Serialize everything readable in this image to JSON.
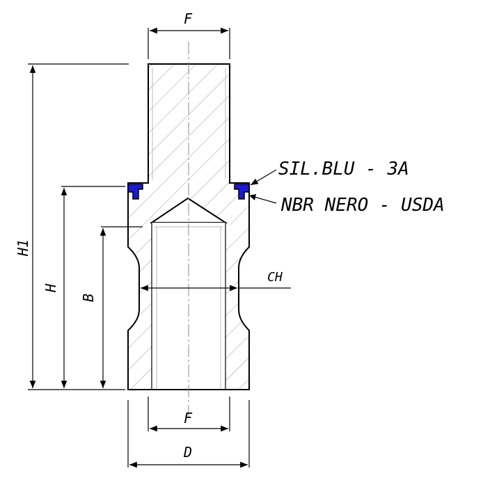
{
  "dimensions": {
    "f_top": "F",
    "f_bottom": "F",
    "d": "D",
    "h1": "H1",
    "h": "H",
    "b": "B",
    "ch": "CH"
  },
  "callouts": {
    "seal_top": "SIL.BLU - 3A",
    "seal_bottom": "NBR NERO - USDA"
  },
  "colors": {
    "seal": "#1a1ad6",
    "line": "#000000",
    "hatch": "#9a9a9a"
  }
}
